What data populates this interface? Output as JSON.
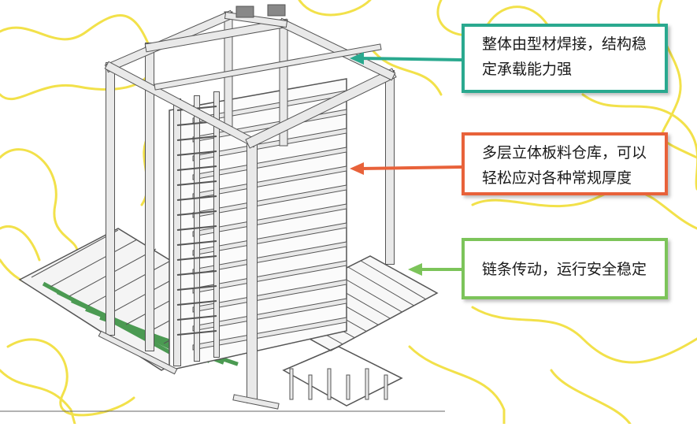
{
  "colors": {
    "background": "#ffffff",
    "contour": "#f2e14a",
    "frame_stroke": "#555555",
    "frame_fill": "#e9e9e9",
    "conveyor_green": "#4b9a52",
    "callout_1": "#2aa98f",
    "callout_2": "#e8623a",
    "callout_3": "#7cc45a"
  },
  "icons": {
    "machine": "automated-multilayer-sheet-storage-rack-icon"
  },
  "callouts": [
    {
      "lines": [
        "整体由型材焊接，结构稳",
        "定承载能力强"
      ]
    },
    {
      "lines": [
        "多层立体板料仓库，可以",
        "轻松应对各种常规厚度"
      ]
    },
    {
      "lines": [
        "链条传动，运行安全稳定"
      ]
    }
  ]
}
